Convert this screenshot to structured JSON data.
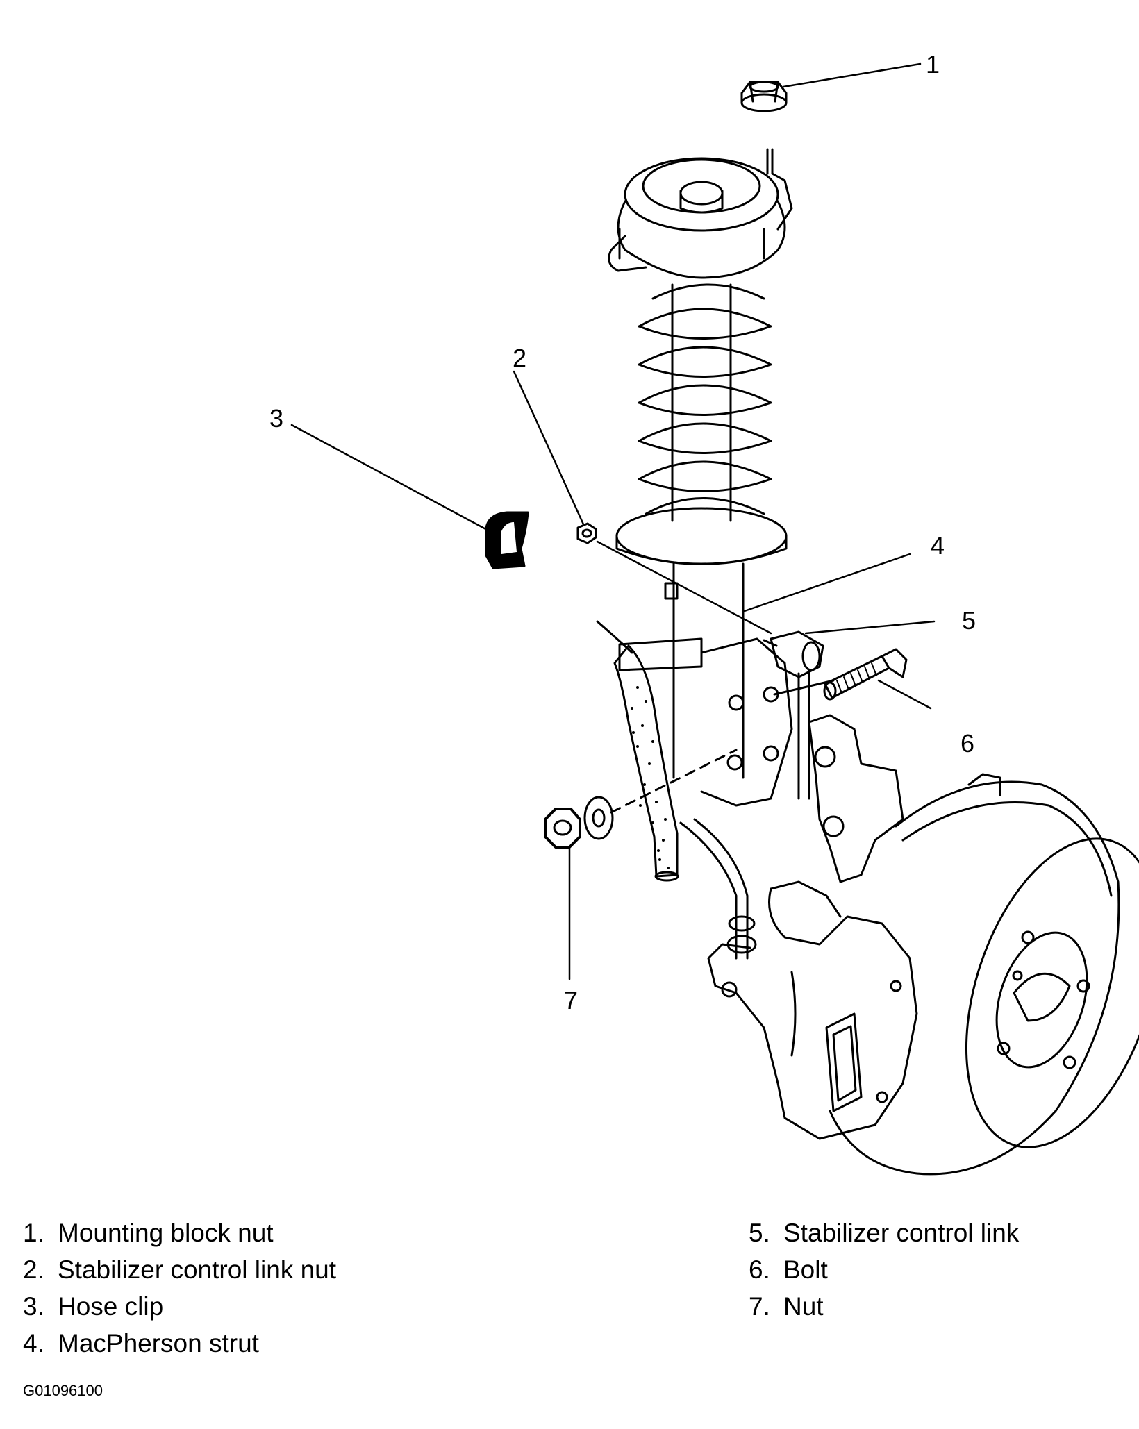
{
  "callouts": [
    {
      "number": "1",
      "label": "Mounting block nut"
    },
    {
      "number": "2",
      "label": "Stabilizer control link nut"
    },
    {
      "number": "3",
      "label": "Hose clip"
    },
    {
      "number": "4",
      "label": "MacPherson strut"
    },
    {
      "number": "5",
      "label": "Stabilizer control link"
    },
    {
      "number": "6",
      "label": "Bolt"
    },
    {
      "number": "7",
      "label": "Nut"
    }
  ],
  "legend": [
    {
      "num": "1.",
      "text": "Mounting block nut"
    },
    {
      "num": "2.",
      "text": "Stabilizer control link nut"
    },
    {
      "num": "3.",
      "text": "Hose clip"
    },
    {
      "num": "4.",
      "text": "MacPherson strut"
    },
    {
      "num": "5.",
      "text": "Stabilizer control link"
    },
    {
      "num": "6.",
      "text": "Bolt"
    },
    {
      "num": "7.",
      "text": "Nut"
    }
  ],
  "figure_id": "G01096100"
}
